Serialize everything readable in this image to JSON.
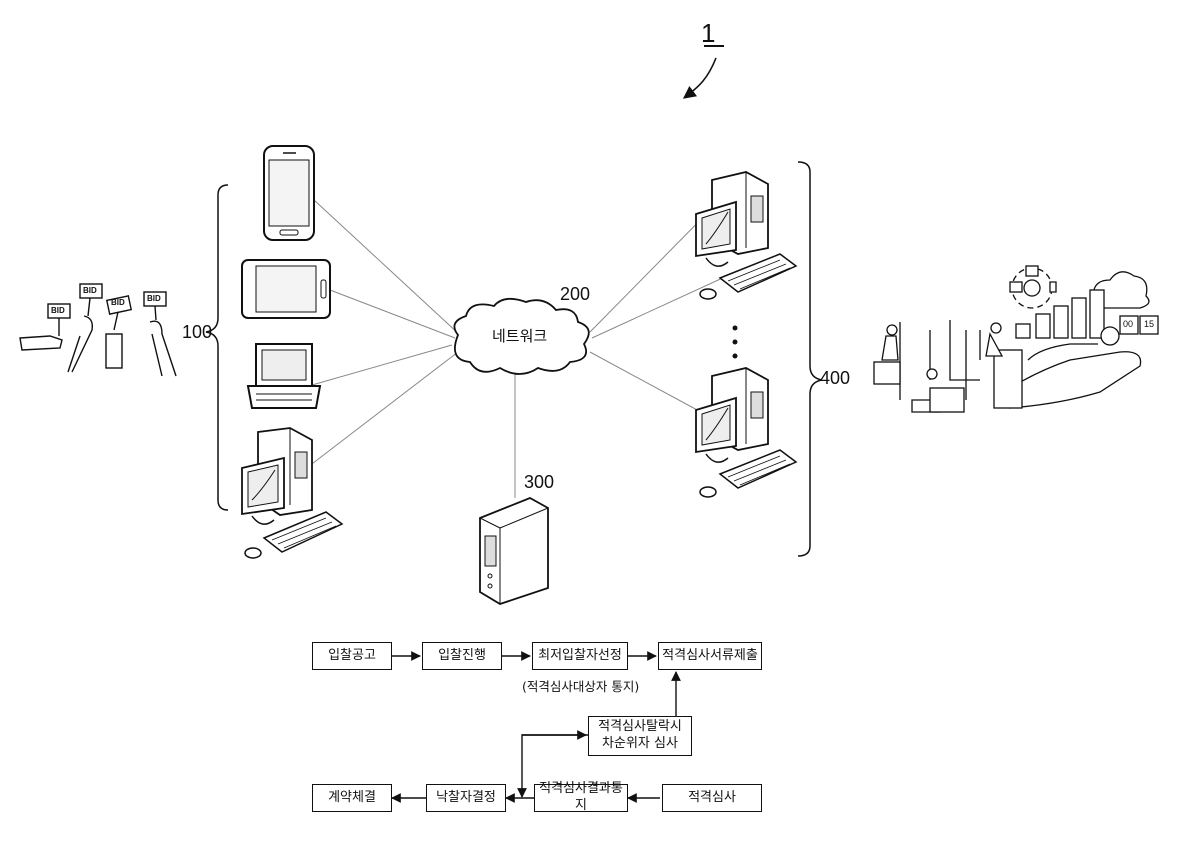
{
  "figure": {
    "ref": "1",
    "client_group_label": "100",
    "network_label": "200",
    "network_text": "네트워크",
    "server_label": "300",
    "bidder_group_label": "400"
  },
  "flow": {
    "step1": "입찰공고",
    "step2": "입찰진행",
    "step3": "최저입찰자선정",
    "step3_note": "(적격심사대상자 통지)",
    "step4": "적격심사서류제출",
    "step5_line1": "적격심사탈락시",
    "step5_line2": "차순위자 심사",
    "step6": "적격심사",
    "step7": "적격심사결과통지",
    "step8": "낙찰자결정",
    "step9": "계약체결"
  },
  "icons": {
    "bid_signs": "BID",
    "clock_left": "00",
    "clock_right": "15"
  }
}
